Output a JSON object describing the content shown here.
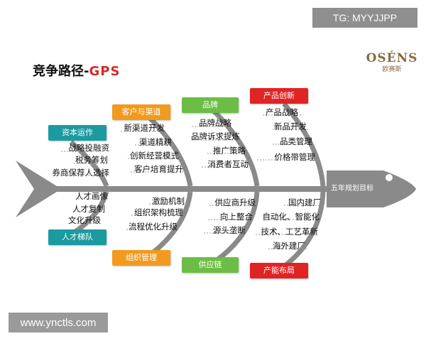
{
  "watermark_top": "TG: MYYJJPP",
  "watermark_bottom": "www.ynctls.com",
  "title": {
    "cn": "竞争路径",
    "sep": "-",
    "gps": "GPS"
  },
  "logo": {
    "brand": "OSÉNS",
    "sub": "欧赛斯"
  },
  "colors": {
    "teal": "#1b9aa0",
    "orange": "#f29a1e",
    "green": "#6cbd45",
    "red": "#e02424",
    "fish": "#8a8a8a"
  },
  "goal": "五年规划目标",
  "categories": {
    "capital": "资本运作",
    "customer": "客户与渠道",
    "brand": "品牌",
    "product": "产品创新",
    "talent": "人才梯队",
    "org": "组织管理",
    "supply": "供应链",
    "capacity": "产能布局"
  },
  "items": {
    "capital": [
      "战略投融资",
      "税务筹划",
      "券商保荐人选择"
    ],
    "customer": [
      "新渠道开发",
      "渠道精耕",
      "创新经营模式",
      "客户培育提升"
    ],
    "brand": [
      "品牌战略",
      "品牌诉求提炼",
      "推广策略",
      "消费者互动"
    ],
    "product": [
      "产品战略",
      "新品开发",
      "品类管理",
      "价格带管理"
    ],
    "talent": [
      "人才画像",
      "人才复制",
      "文化升级"
    ],
    "org": [
      "激励机制",
      "组织架构梳理",
      "流程优化升级"
    ],
    "supply": [
      "供应商升级",
      "向上整合",
      "源头垄断"
    ],
    "capacity": [
      "国内建厂",
      "自动化、智能化",
      "技术、工艺革新",
      "海外建厂"
    ]
  }
}
